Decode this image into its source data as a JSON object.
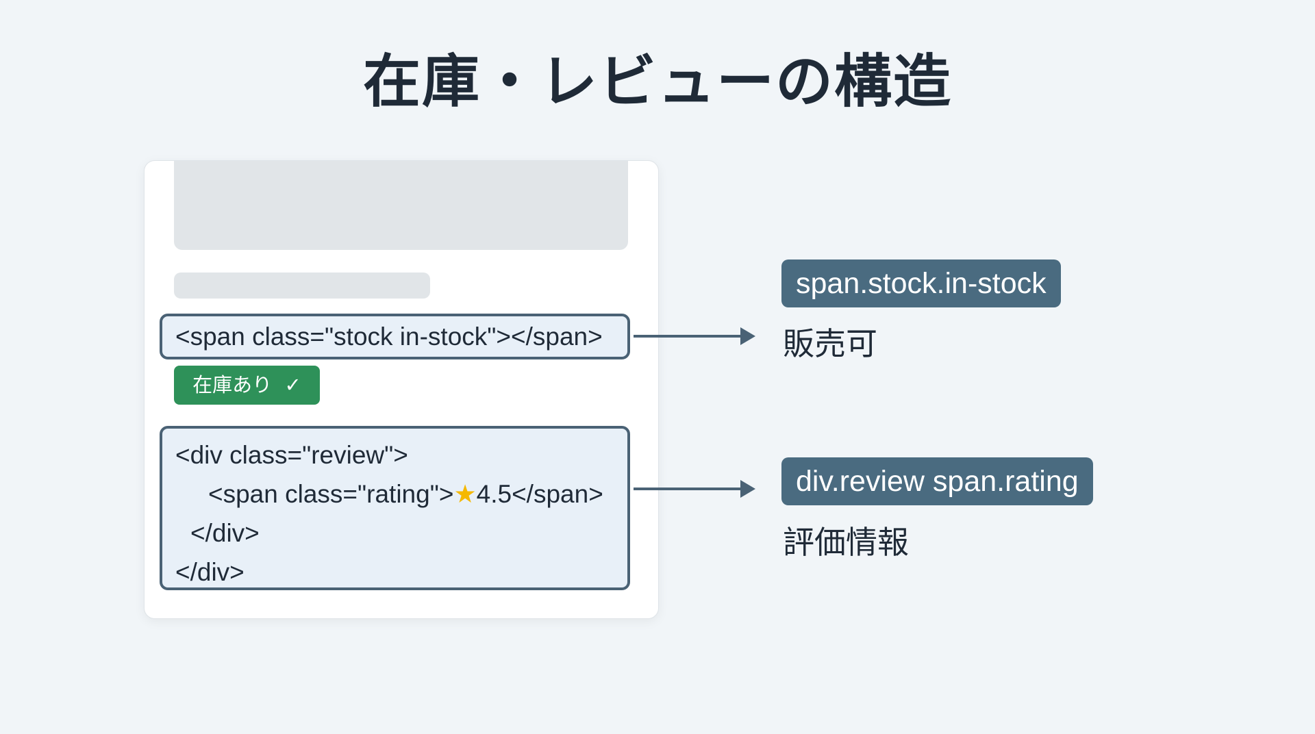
{
  "title": "在庫・レビューの構造",
  "card": {
    "stock_code": "<span class=\"stock in-stock\"></span>",
    "badge": {
      "label": "在庫あり",
      "icon": "check-icon"
    },
    "review_code": {
      "line1": "<div class=\"review\">",
      "line2_prefix": "<span class=\"rating\">",
      "line2_star": "★",
      "line2_suffix": "4.5</span>",
      "line3": "</div>",
      "line4": "</div>"
    }
  },
  "annotations": [
    {
      "selector": "span.stock.in-stock",
      "description": "販売可"
    },
    {
      "selector": "div.review span.rating",
      "description": "評価情報"
    }
  ],
  "colors": {
    "accent": "#4a6b80",
    "success": "#2e9159",
    "star": "#f5b800"
  }
}
